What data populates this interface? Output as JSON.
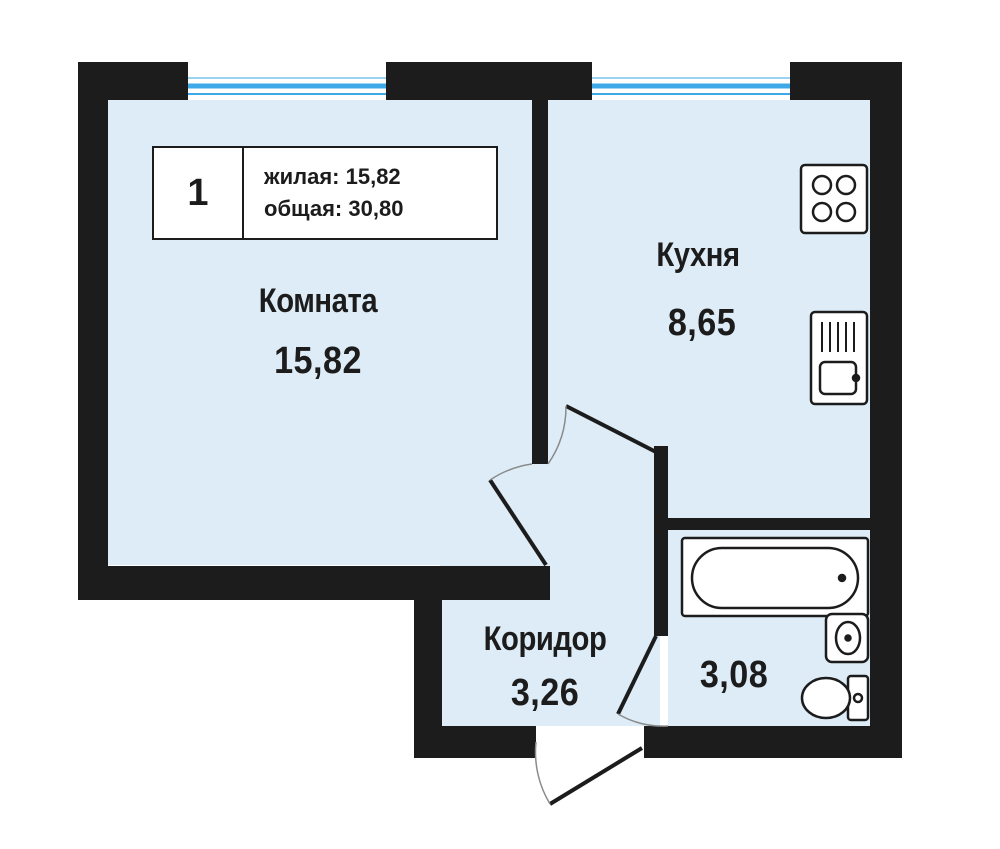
{
  "info": {
    "rooms_count": "1",
    "living_area": "жилая: 15,82",
    "total_area": "общая: 30,80"
  },
  "rooms": {
    "room": {
      "name": "Комната",
      "area": "15,82"
    },
    "kitchen": {
      "name": "Кухня",
      "area": "8,65"
    },
    "corridor": {
      "name": "Коридор",
      "area": "3,26"
    },
    "bathroom": {
      "area": "3,08"
    }
  },
  "fixtures": [
    "stove-icon",
    "sink-icon",
    "bathtub-icon",
    "washbasin-icon",
    "toilet-icon"
  ],
  "colors": {
    "floor": "#ddecf6",
    "wall": "#1c1c1c",
    "window": "#3ea9e6",
    "text": "#1c1c1c"
  }
}
